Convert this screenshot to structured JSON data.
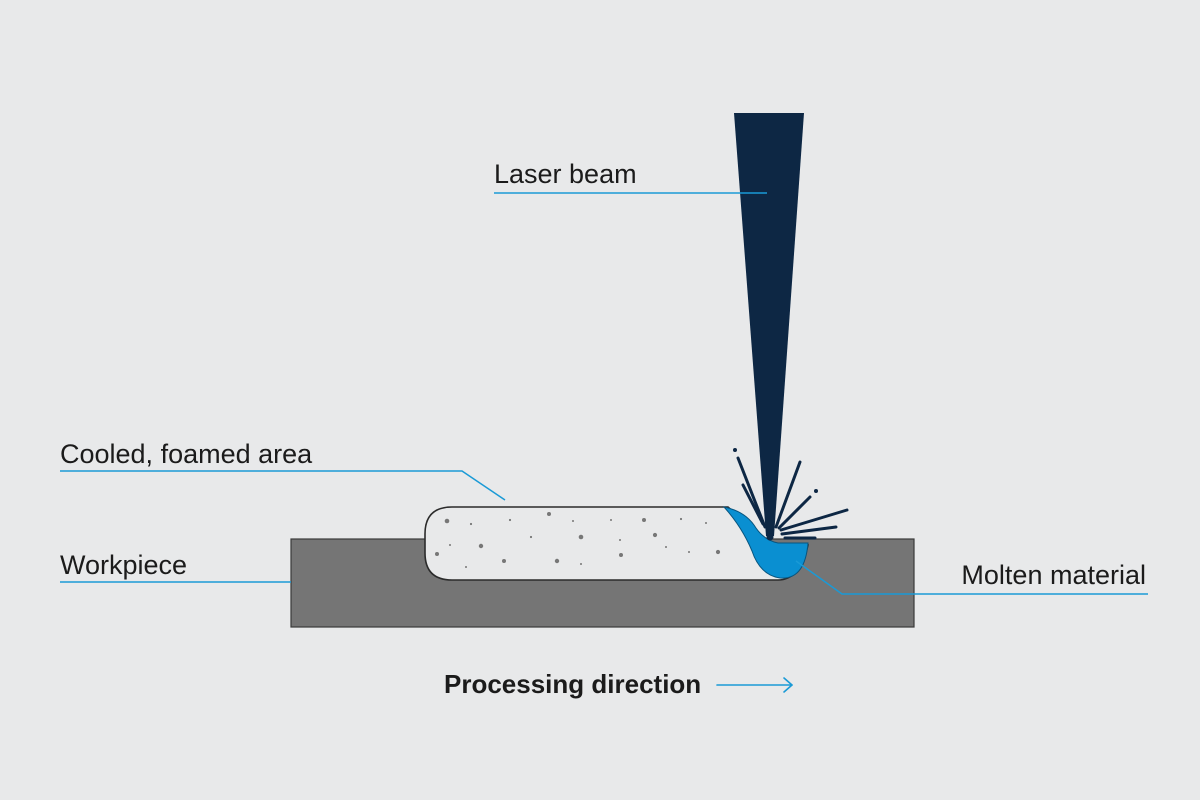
{
  "diagram": {
    "labels": {
      "laser_beam": "Laser beam",
      "cooled_foamed_area": "Cooled, foamed area",
      "workpiece": "Workpiece",
      "molten_material": "Molten material",
      "processing_direction": "Processing direction"
    },
    "colors": {
      "background": "#e8e9ea",
      "laser_beam": "#0d2744",
      "workpiece": "#757575",
      "molten_material": "#0a8fd1",
      "foamed_area": "#e8e9ea",
      "leader_lines": "#1a9ad6",
      "text": "#1b1b1b"
    },
    "icons": {
      "direction_arrow": "right-arrow-icon"
    }
  }
}
